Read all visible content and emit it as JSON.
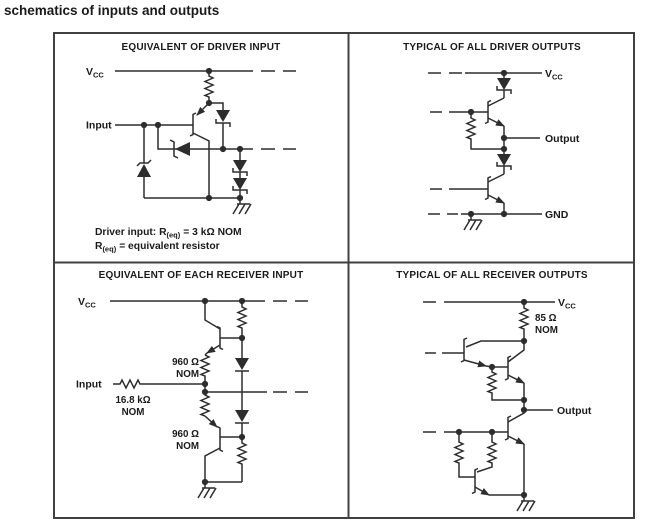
{
  "heading": "schematics of inputs and outputs",
  "colors": {
    "line": "#2d2d2d",
    "text": "#1a1a1a",
    "border": "#404040"
  },
  "q1": {
    "title": "EQUIVALENT OF DRIVER INPUT",
    "vcc": {
      "v": "V",
      "cc": "CC"
    },
    "input_label": "Input",
    "note1": {
      "pre": "Driver input: R",
      "sub": "(eq)",
      "post": "= 3 kΩ NOM"
    },
    "note2": {
      "pre": "R",
      "sub": "(eq)",
      "post": "= equivalent resistor"
    }
  },
  "q2": {
    "title": "TYPICAL OF ALL DRIVER OUTPUTS",
    "vcc": {
      "v": "V",
      "cc": "CC"
    },
    "output_label": "Output",
    "gnd_label": "GND"
  },
  "q3": {
    "title": "EQUIVALENT OF EACH RECEIVER INPUT",
    "vcc": {
      "v": "V",
      "cc": "CC"
    },
    "input_label": "Input",
    "r_series": {
      "value": "16.8 kΩ",
      "nom": "NOM"
    },
    "r_upper": {
      "value": "960 Ω",
      "nom": "NOM"
    },
    "r_lower": {
      "value": "960 Ω",
      "nom": "NOM"
    }
  },
  "q4": {
    "title": "TYPICAL OF ALL RECEIVER OUTPUTS",
    "vcc": {
      "v": "V",
      "cc": "CC"
    },
    "r_pullup": {
      "value": "85 Ω",
      "nom": "NOM"
    },
    "output_label": "Output"
  }
}
